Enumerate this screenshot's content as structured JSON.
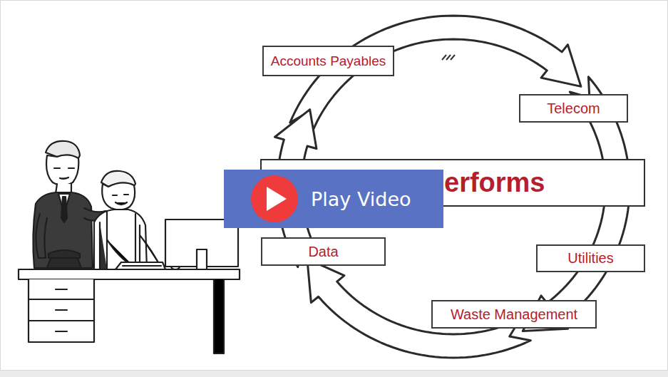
{
  "diagram": {
    "nodes": [
      {
        "text": [
          "Accounts Payables"
        ]
      },
      {
        "text": [
          "Telecom"
        ]
      },
      {
        "text": [
          "erforms"
        ]
      },
      {
        "text": [
          "Play Video"
        ]
      },
      {
        "text": [
          "Data"
        ]
      },
      {
        "text": [
          "Utilities"
        ]
      },
      {
        "text": [
          "Waste Management"
        ]
      }
    ]
  }
}
